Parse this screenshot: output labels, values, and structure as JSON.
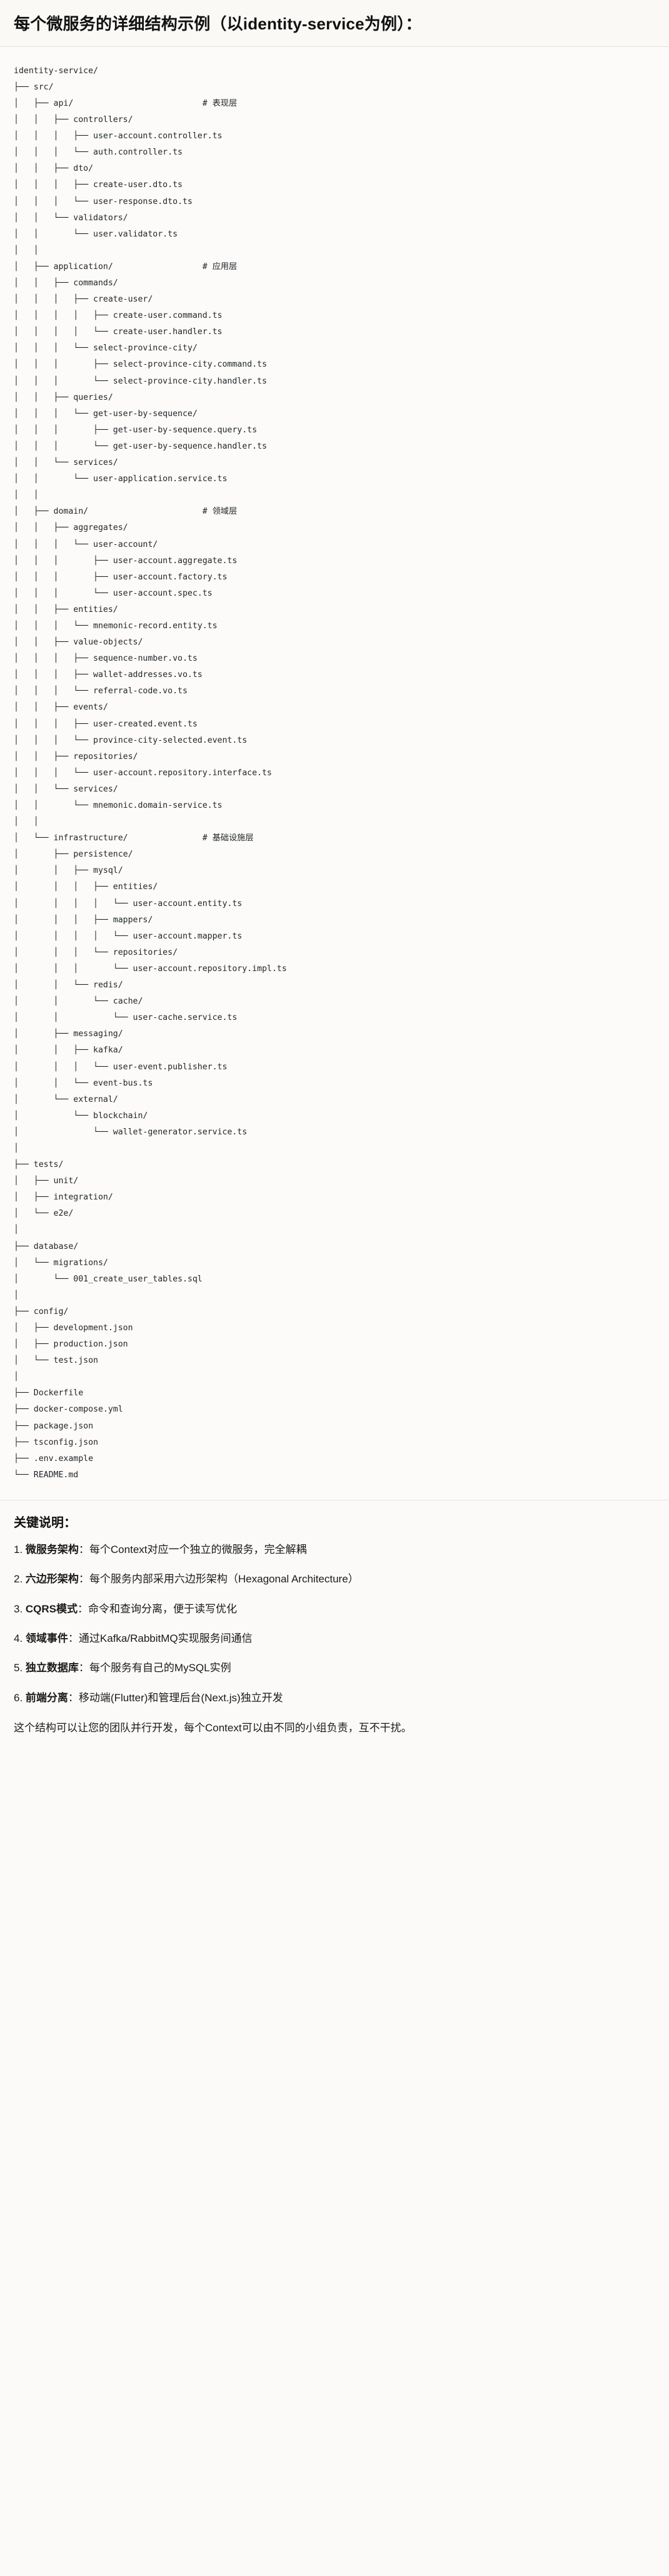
{
  "header": {
    "title": "每个微服务的详细结构示例（以identity-service为例）："
  },
  "tree": {
    "lines": [
      "identity-service/",
      "├── src/",
      "│   ├── api/                          # 表现层",
      "│   │   ├── controllers/",
      "│   │   │   ├── user-account.controller.ts",
      "│   │   │   └── auth.controller.ts",
      "│   │   ├── dto/",
      "│   │   │   ├── create-user.dto.ts",
      "│   │   │   └── user-response.dto.ts",
      "│   │   └── validators/",
      "│   │       └── user.validator.ts",
      "│   │",
      "│   ├── application/                  # 应用层",
      "│   │   ├── commands/",
      "│   │   │   ├── create-user/",
      "│   │   │   │   ├── create-user.command.ts",
      "│   │   │   │   └── create-user.handler.ts",
      "│   │   │   └── select-province-city/",
      "│   │   │       ├── select-province-city.command.ts",
      "│   │   │       └── select-province-city.handler.ts",
      "│   │   ├── queries/",
      "│   │   │   └── get-user-by-sequence/",
      "│   │   │       ├── get-user-by-sequence.query.ts",
      "│   │   │       └── get-user-by-sequence.handler.ts",
      "│   │   └── services/",
      "│   │       └── user-application.service.ts",
      "│   │",
      "│   ├── domain/                       # 领域层",
      "│   │   ├── aggregates/",
      "│   │   │   └── user-account/",
      "│   │   │       ├── user-account.aggregate.ts",
      "│   │   │       ├── user-account.factory.ts",
      "│   │   │       └── user-account.spec.ts",
      "│   │   ├── entities/",
      "│   │   │   └── mnemonic-record.entity.ts",
      "│   │   ├── value-objects/",
      "│   │   │   ├── sequence-number.vo.ts",
      "│   │   │   ├── wallet-addresses.vo.ts",
      "│   │   │   └── referral-code.vo.ts",
      "│   │   ├── events/",
      "│   │   │   ├── user-created.event.ts",
      "│   │   │   └── province-city-selected.event.ts",
      "│   │   ├── repositories/",
      "│   │   │   └── user-account.repository.interface.ts",
      "│   │   └── services/",
      "│   │       └── mnemonic.domain-service.ts",
      "│   │",
      "│   └── infrastructure/               # 基础设施层",
      "│       ├── persistence/",
      "│       │   ├── mysql/",
      "│       │   │   ├── entities/",
      "│       │   │   │   └── user-account.entity.ts",
      "│       │   │   ├── mappers/",
      "│       │   │   │   └── user-account.mapper.ts",
      "│       │   │   └── repositories/",
      "│       │   │       └── user-account.repository.impl.ts",
      "│       │   └── redis/",
      "│       │       └── cache/",
      "│       │           └── user-cache.service.ts",
      "│       ├── messaging/",
      "│       │   ├── kafka/",
      "│       │   │   └── user-event.publisher.ts",
      "│       │   └── event-bus.ts",
      "│       └── external/",
      "│           └── blockchain/",
      "│               └── wallet-generator.service.ts",
      "│",
      "├── tests/",
      "│   ├── unit/",
      "│   ├── integration/",
      "│   └── e2e/",
      "│",
      "├── database/",
      "│   └── migrations/",
      "│       └── 001_create_user_tables.sql",
      "│",
      "├── config/",
      "│   ├── development.json",
      "│   ├── production.json",
      "│   └── test.json",
      "│",
      "├── Dockerfile",
      "├── docker-compose.yml",
      "├── package.json",
      "├── tsconfig.json",
      "├── .env.example",
      "└── README.md"
    ]
  },
  "notes": {
    "title": "关键说明：",
    "items": [
      {
        "index": "1.",
        "term": "微服务架构",
        "desc": "：每个Context对应一个独立的微服务，完全解耦"
      },
      {
        "index": "2.",
        "term": "六边形架构",
        "desc": "：每个服务内部采用六边形架构（Hexagonal Architecture）"
      },
      {
        "index": "3.",
        "term": "CQRS模式",
        "desc": "：命令和查询分离，便于读写优化"
      },
      {
        "index": "4.",
        "term": "领域事件",
        "desc": "：通过Kafka/RabbitMQ实现服务间通信"
      },
      {
        "index": "5.",
        "term": "独立数据库",
        "desc": "：每个服务有自己的MySQL实例"
      },
      {
        "index": "6.",
        "term": "前端分离",
        "desc": "：移动端(Flutter)和管理后台(Next.js)独立开发"
      }
    ],
    "footer": "这个结构可以让您的团队并行开发，每个Context可以由不同的小组负责，互不干扰。"
  }
}
